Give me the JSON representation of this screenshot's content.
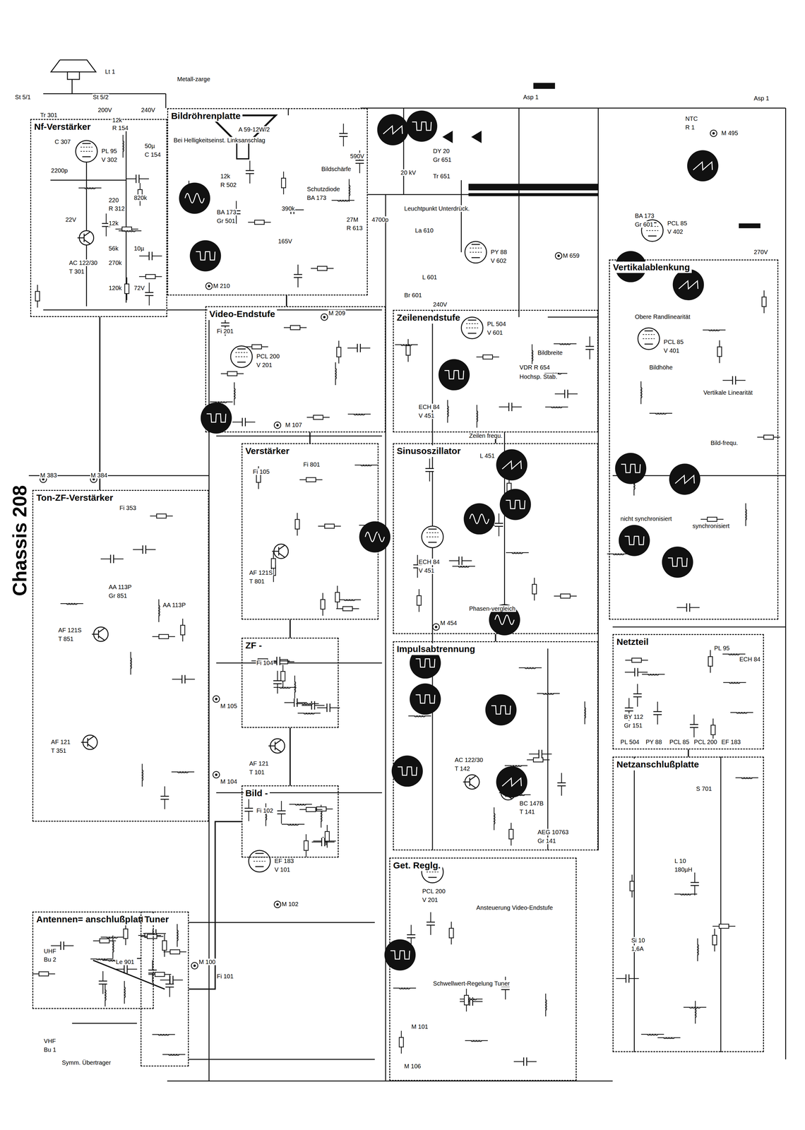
{
  "diagram": {
    "title": "Chassis 208",
    "nodes": [
      {
        "text": [
          "Nf-Verstärker"
        ]
      },
      {
        "text": [
          "Bildröhrenplatte"
        ]
      },
      {
        "text": [
          "Video-Endstufe"
        ]
      },
      {
        "text": [
          "Ton-ZF-Verstärker"
        ]
      },
      {
        "text": [
          "Verstärker"
        ]
      },
      {
        "text": [
          "ZF -"
        ]
      },
      {
        "text": [
          "Bild -"
        ]
      },
      {
        "text": [
          "Antennen= anschlußplatte"
        ]
      },
      {
        "text": [
          "Tuner"
        ]
      },
      {
        "text": [
          "Zeilenendstufe"
        ]
      },
      {
        "text": [
          "Sinusoszillator"
        ]
      },
      {
        "text": [
          "Impulsabtrennung"
        ]
      },
      {
        "text": [
          "Get. Reglg."
        ]
      },
      {
        "text": [
          "Vertikalablenkung"
        ]
      },
      {
        "text": [
          "Netzteil"
        ]
      },
      {
        "text": [
          "Netzanschlußplatte"
        ]
      }
    ],
    "edges": [
      {
        "from": 7,
        "to": 8,
        "arrow": "none"
      },
      {
        "from": 8,
        "to": 6,
        "arrow": "none"
      },
      {
        "from": 6,
        "to": 5,
        "arrow": "none"
      },
      {
        "from": 5,
        "to": 4,
        "arrow": "none"
      },
      {
        "from": 4,
        "to": 2,
        "arrow": "none"
      },
      {
        "from": 2,
        "to": 1,
        "arrow": "none"
      },
      {
        "from": 3,
        "to": 0,
        "arrow": "none"
      },
      {
        "from": 15,
        "to": 14,
        "arrow": "none"
      },
      {
        "from": 11,
        "to": 10,
        "arrow": "none"
      },
      {
        "from": 10,
        "to": 9,
        "arrow": "none"
      }
    ],
    "labels": [
      "Lt 1",
      "St 5/1",
      "St 5/2",
      "Tr 301",
      "200V",
      "240V",
      "12k",
      "R 154",
      "PL 95",
      "V 302",
      "C 307",
      "2200p",
      "50µ",
      "C 154",
      "220",
      "R 312",
      "820k",
      "12k",
      "56k",
      "10µ",
      "AC 122/30",
      "T 301",
      "22V",
      "270k",
      "120k",
      "72V",
      "Metall-zarge",
      "A 59-12W/2",
      "Bei Helligkeitseinst. Linksanschlag",
      "12k",
      "R 502",
      "BA 173",
      "Gr 501",
      "390k",
      "Bildschärfe",
      "Schutzdiode",
      "BA 173",
      "165V",
      "M 210",
      "590V",
      "27M",
      "R 613",
      "4700p",
      "DY 20",
      "Gr 651",
      "20 kV",
      "Tr 651",
      "Asp 1",
      "NTC",
      "R 1",
      "Asp 1",
      "M 495",
      "BA 173",
      "Gr 601",
      "Leuchtpunkt Unterdrück.",
      "La 610",
      "PY 88",
      "V 602",
      "L 601",
      "Br 601",
      "240V",
      "PL 504",
      "V 601",
      "Bildbreite",
      "VDR R 654",
      "Hochsp. Stab.",
      "ECH 84",
      "V 451",
      "Zeilen frequ.",
      "L 451",
      "ECH 84",
      "V 451",
      "PCL 85",
      "V 402",
      "270V",
      "Obere Randlinearität",
      "PCL 85",
      "V 401",
      "Bildhöhe",
      "Vertikale Linearität",
      "Bild-frequ.",
      "nicht synchronisiert",
      "synchronisiert",
      "BY 112",
      "Gr 151",
      "PL 504",
      "PY 88",
      "PCL 85",
      "PCL 200",
      "EF 183",
      "PL 95",
      "ECH 84",
      "S 701",
      "L 10",
      "180µH",
      "Si 10",
      "1,6A",
      "AC 122/30",
      "T 142",
      "BC 147B",
      "T 141",
      "AEG 10763",
      "Gr 141",
      "Phasen-vergleich",
      "PCL 200",
      "V 201",
      "Ansteuerung Video-Endstufe",
      "Schwellwert-Regelung Tuner",
      "M 101",
      "M 106",
      "Fi 353",
      "AA 113P",
      "Gr 851",
      "AA 113P",
      "AF 121S",
      "T 851",
      "AF 121",
      "T 351",
      "M 383",
      "M 384",
      "PCL 200",
      "V 201",
      "Fi 201",
      "Fi 801",
      "Fi 105",
      "AF 121S",
      "T 801",
      "Fi 104",
      "AF 121",
      "T 101",
      "Fi 102",
      "EF 183",
      "V 101",
      "Fi 101",
      "UHF",
      "Bu 2",
      "VHF",
      "Bu 1",
      "Symm. Übertrager",
      "Le 901",
      "M 105",
      "M 104",
      "M 107",
      "M 209",
      "M 102",
      "M 100",
      "M 659",
      "M 454"
    ]
  }
}
